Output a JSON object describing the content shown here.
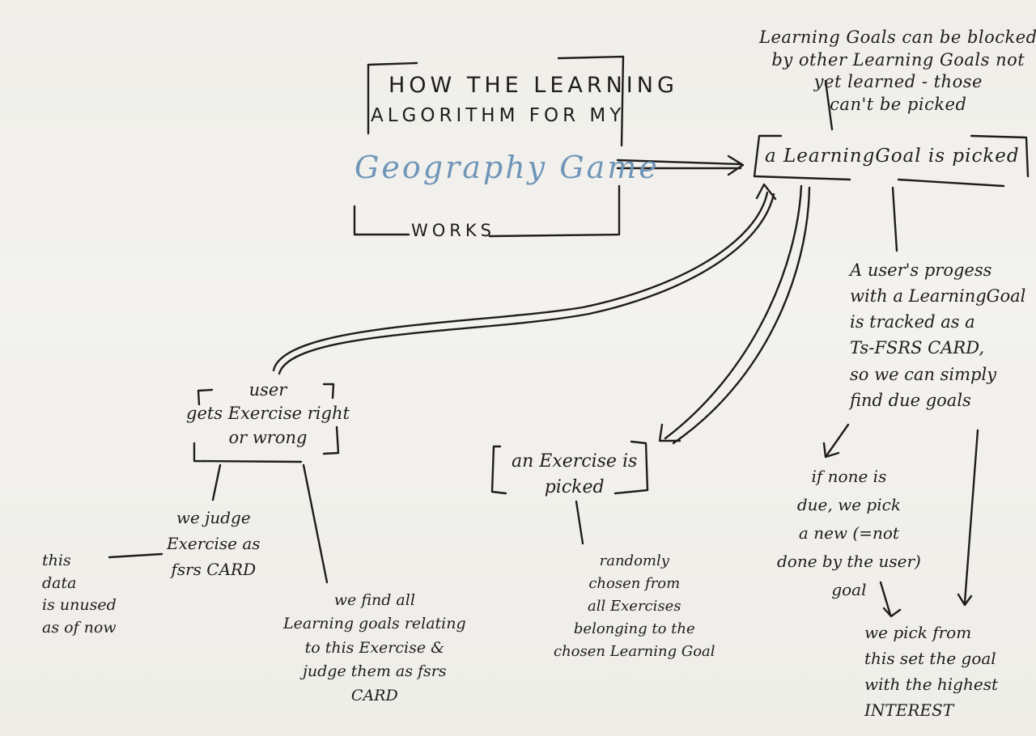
{
  "colors": {
    "ink": "#1f1d1b",
    "title_blue": "#6f95b8",
    "paper": "#f1f0eb"
  },
  "title": {
    "line1": "HOW THE LEARNING",
    "line2": "ALGORITHM FOR MY",
    "line3": "Geography Game",
    "line4": "WORKS"
  },
  "nodes": {
    "blocked_note": "Learning Goals can be blocked\nby other Learning Goals not\nyet learned - those\ncan't be picked",
    "goal_picked": "a LearningGoal is picked",
    "progress": "A user's progess\nwith a LearningGoal\nis tracked as a\nTs-FSRS CARD,\nso we can simply\nfind due goals",
    "none_due": "if none is\ndue, we pick\na new (=not\ndone by the user)\ngoal",
    "highest_interest": "we pick from\nthis set the goal\nwith the highest\nINTEREST",
    "exercise_picked": "an Exercise is\npicked",
    "randomly": "randomly\nchosen from\nall Exercises\nbelonging to the\nchosen Learning Goal",
    "user_result": "user\ngets Exercise right\nor wrong",
    "judge_exercise": "we judge\nExercise as\nfsrs CARD",
    "unused": "this\ndata\nis unused\nas of now",
    "find_all": "we find all\nLearning goals relating\nto this Exercise &\njudge them as fsrs\nCARD"
  }
}
